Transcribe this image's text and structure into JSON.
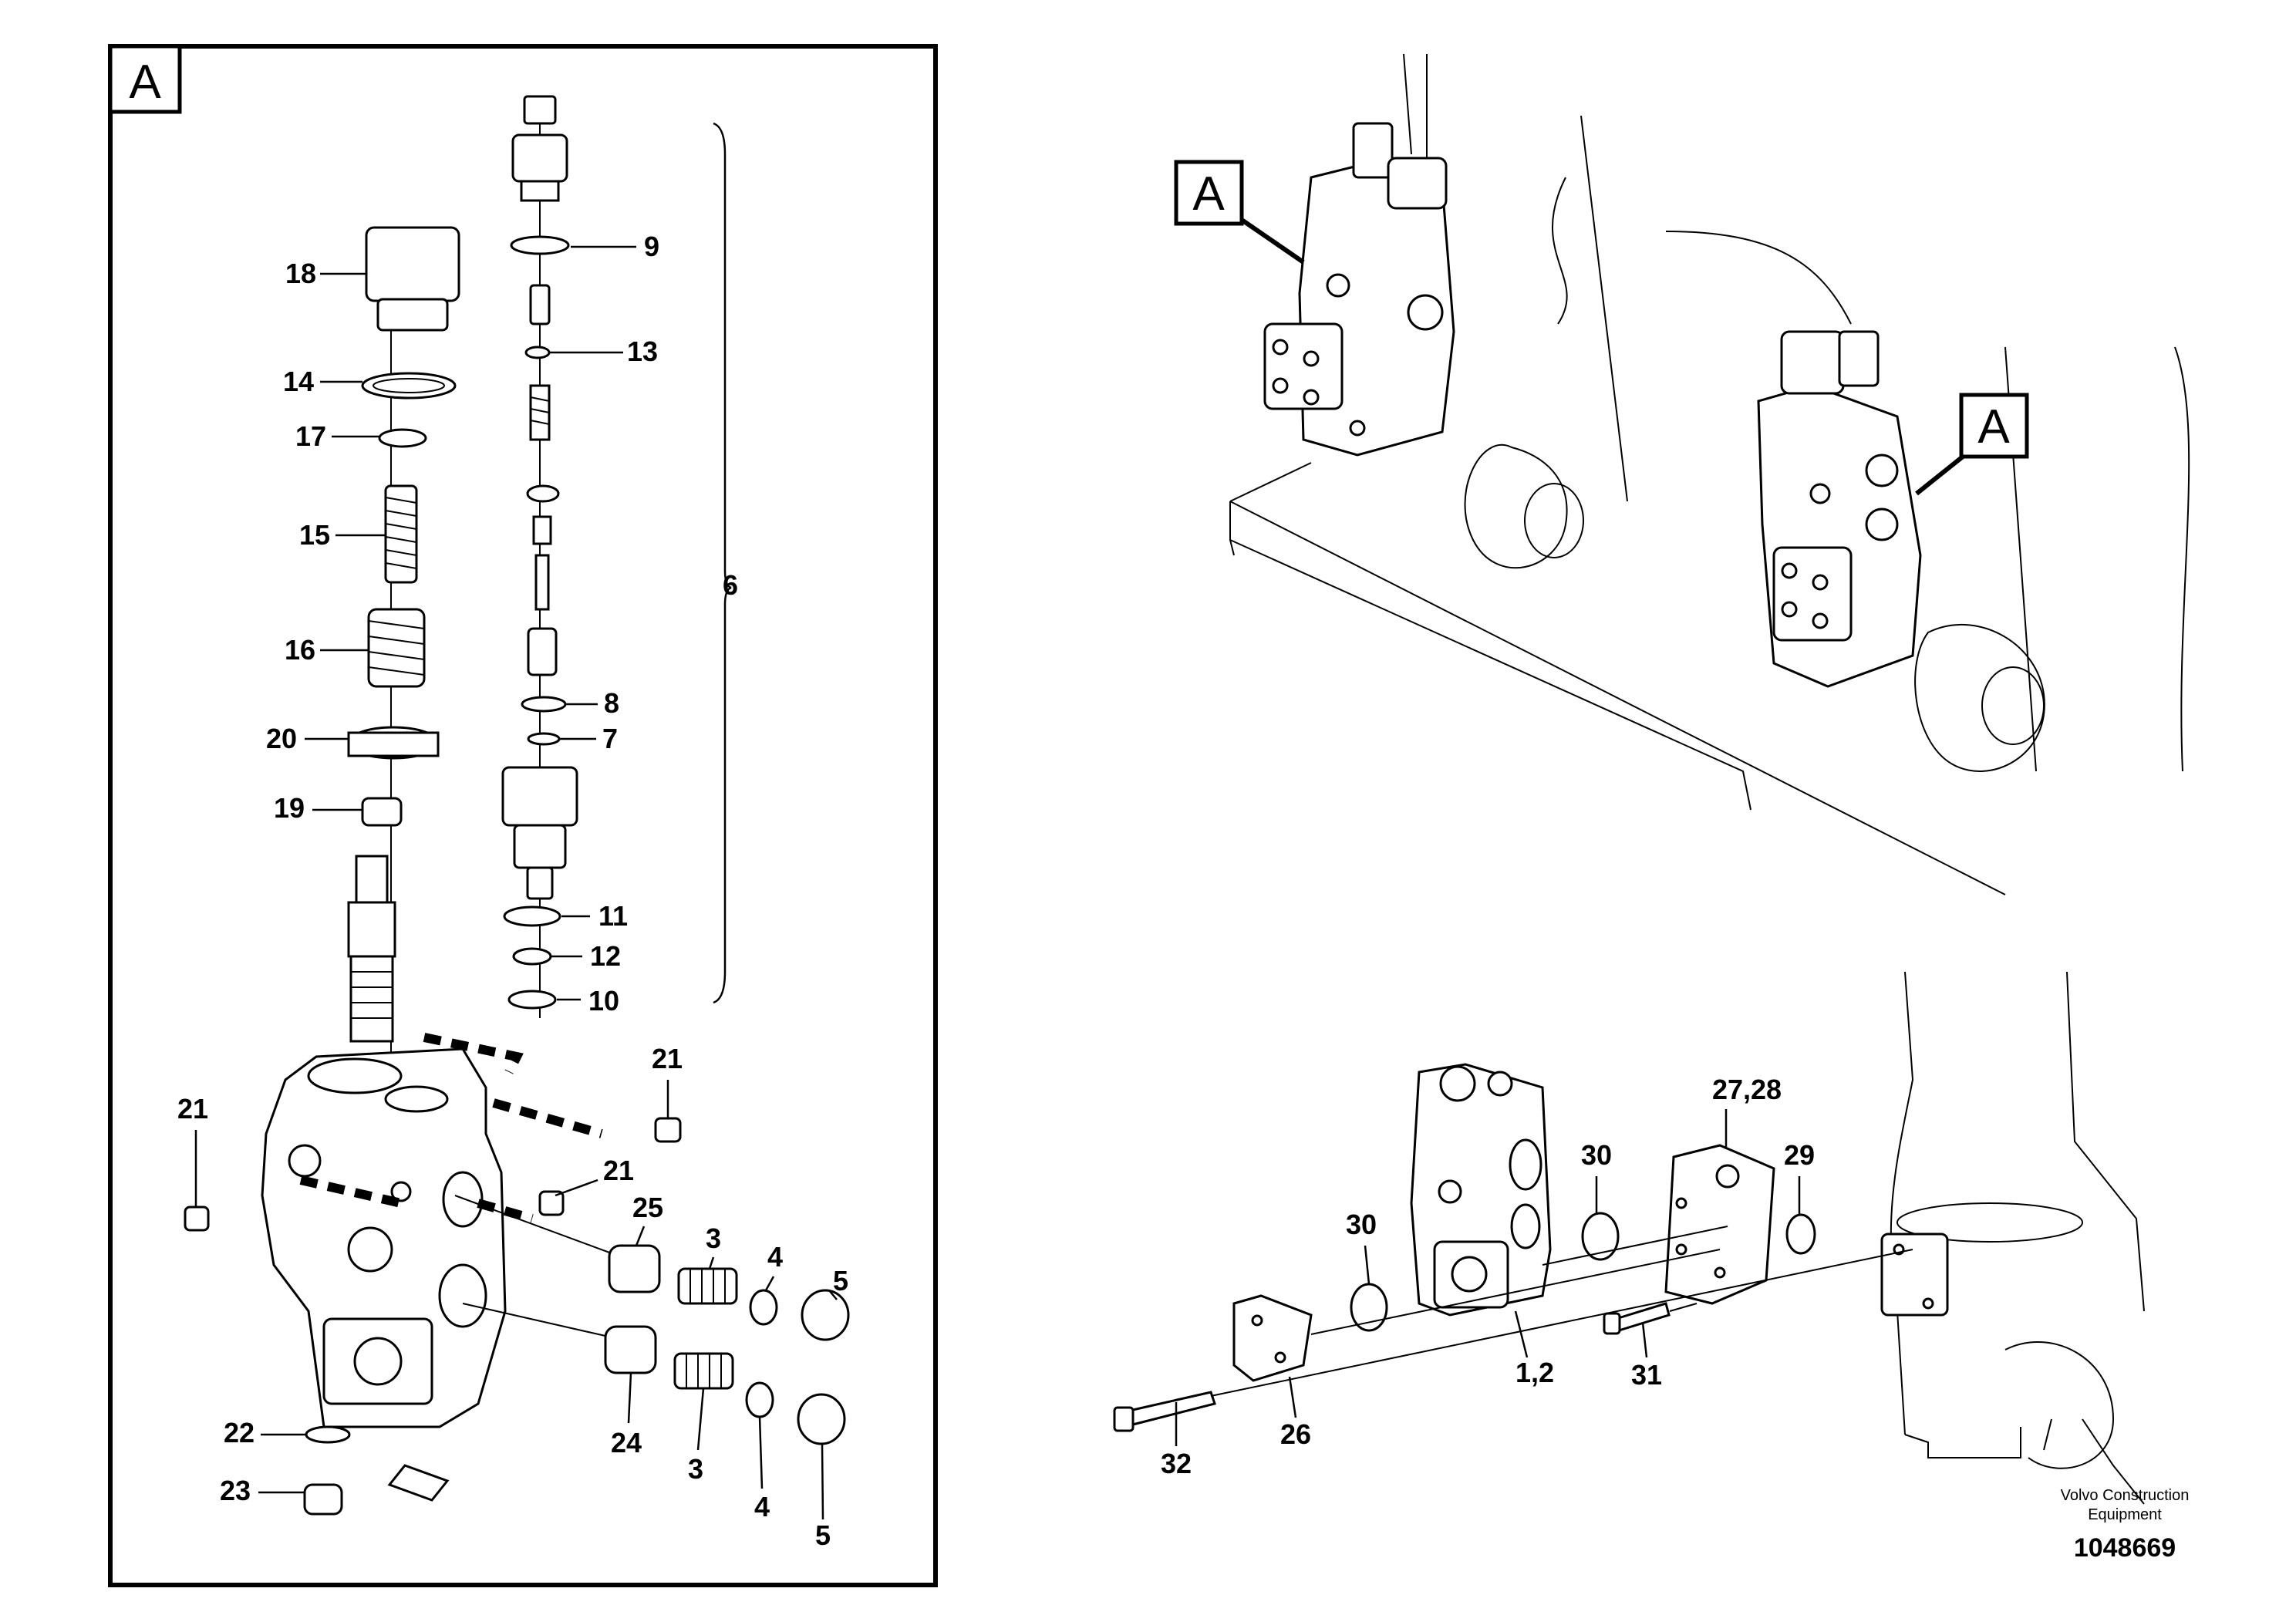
{
  "detail_frame": {
    "label": "A"
  },
  "assembly_callouts": [
    "A",
    "A"
  ],
  "detail_parts": {
    "p18": "18",
    "p14": "14",
    "p17": "17",
    "p15": "15",
    "p16": "16",
    "p20": "20",
    "p19": "19",
    "p9": "9",
    "p13": "13",
    "p6": "6",
    "p8": "8",
    "p7": "7",
    "p11": "11",
    "p12": "12",
    "p10": "10",
    "p21a": "21",
    "p21b": "21",
    "p21c": "21",
    "p25": "25",
    "p3a": "3",
    "p4a": "4",
    "p5a": "5",
    "p24": "24",
    "p3b": "3",
    "p4b": "4",
    "p5b": "5",
    "p22": "22",
    "p23": "23"
  },
  "exploded_parts": {
    "p27_28": "27,28",
    "p30a": "30",
    "p30b": "30",
    "p29": "29",
    "p1_2": "1,2",
    "p31": "31",
    "p26": "26",
    "p32": "32"
  },
  "footer": {
    "company_line1": "Volvo Construction",
    "company_line2": "Equipment",
    "drawing_number": "1048669"
  }
}
